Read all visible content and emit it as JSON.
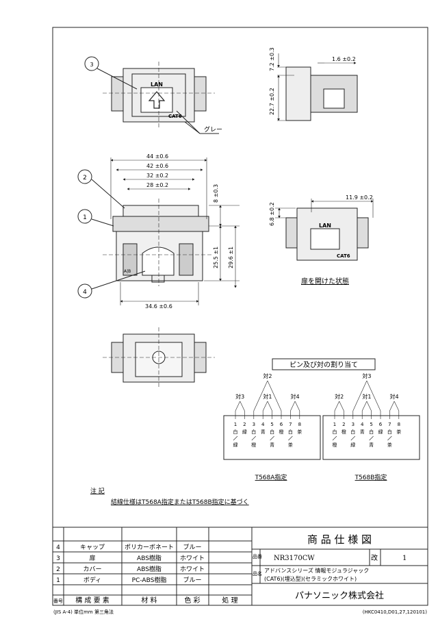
{
  "drawing": {
    "top_view": {
      "lan": "LAN",
      "cat": "CAT6",
      "callout_gray": "グレー",
      "balloon": "3"
    },
    "side_view": {
      "dim_top": "1.6 ±0.2",
      "dim_v1": "7.2 ±0.3",
      "dim_v2": "22.7 ±0.2"
    },
    "front_view": {
      "dims": [
        "44 ±0.6",
        "42 ±0.6",
        "32 ±0.2",
        "28 ±0.2"
      ],
      "dim_right1": "8 ±0.3",
      "dim_right2": "25.5 ±1",
      "dim_right3": "29.6 ±1",
      "dim_bottom": "34.6 ±0.6",
      "balloons": [
        "2",
        "1",
        "4"
      ],
      "ab_label": "A|B"
    },
    "open_view": {
      "dim_top": "11.9 ±0.2",
      "dim_v": "6.8 ±0.2",
      "lan": "LAN",
      "cat": "CAT6",
      "caption": "扉を開けた状態"
    },
    "pin_assign": {
      "title": "ピン及び対の割り当て",
      "t568a": {
        "pairs": [
          "対2",
          "対3",
          "対1",
          "対4"
        ],
        "numbers": [
          "1",
          "2",
          "3",
          "4",
          "5",
          "6",
          "7",
          "8"
        ],
        "colors1": [
          "白",
          "緑",
          "白",
          "青",
          "白",
          "橙",
          "白",
          "茶"
        ],
        "colors2": [
          "緑",
          "",
          "橙",
          "",
          "青",
          "",
          "茶",
          ""
        ],
        "label": "T568A指定"
      },
      "t568b": {
        "pairs": [
          "対3",
          "対2",
          "対1",
          "対4"
        ],
        "numbers": [
          "1",
          "2",
          "3",
          "4",
          "5",
          "6",
          "7",
          "8"
        ],
        "colors1": [
          "白",
          "橙",
          "白",
          "青",
          "白",
          "緑",
          "白",
          "茶"
        ],
        "colors2": [
          "橙",
          "",
          "緑",
          "",
          "青",
          "",
          "茶",
          ""
        ],
        "label": "T568B指定"
      }
    },
    "note": {
      "title": "注 記",
      "text": "結線仕様はT568A指定またはT568B指定に基づく"
    }
  },
  "parts_table": {
    "rows": [
      {
        "no": "4",
        "name": "キャップ",
        "material": "ポリカーボネート",
        "color": "ブルー",
        "treat": ""
      },
      {
        "no": "3",
        "name": "扉",
        "material": "ABS樹脂",
        "color": "ホワイト",
        "treat": ""
      },
      {
        "no": "2",
        "name": "カバー",
        "material": "ABS樹脂",
        "color": "ホワイト",
        "treat": ""
      },
      {
        "no": "1",
        "name": "ボディ",
        "material": "PC-ABS樹脂",
        "color": "ブルー",
        "treat": ""
      }
    ],
    "header": {
      "no": "番号",
      "name": "構 成 要 素",
      "material": "材 料",
      "color": "色 彩",
      "treat": "処 理"
    }
  },
  "title_block": {
    "title": "商 品 仕 様 図",
    "number_label": "品番",
    "number": "NR3170CW",
    "rev_label": "改",
    "rev": "1",
    "name_label": "品名",
    "name1": "アドバンスシリーズ 情報モジュラジャック",
    "name2": "(CAT6)(埋込型)(セラミックホワイト)",
    "company": "パナソニック株式会社"
  },
  "footer": {
    "left": "(JIS A-4) 単位mm 第三角法",
    "right": "(HKC0410,D01,27,120101)"
  }
}
